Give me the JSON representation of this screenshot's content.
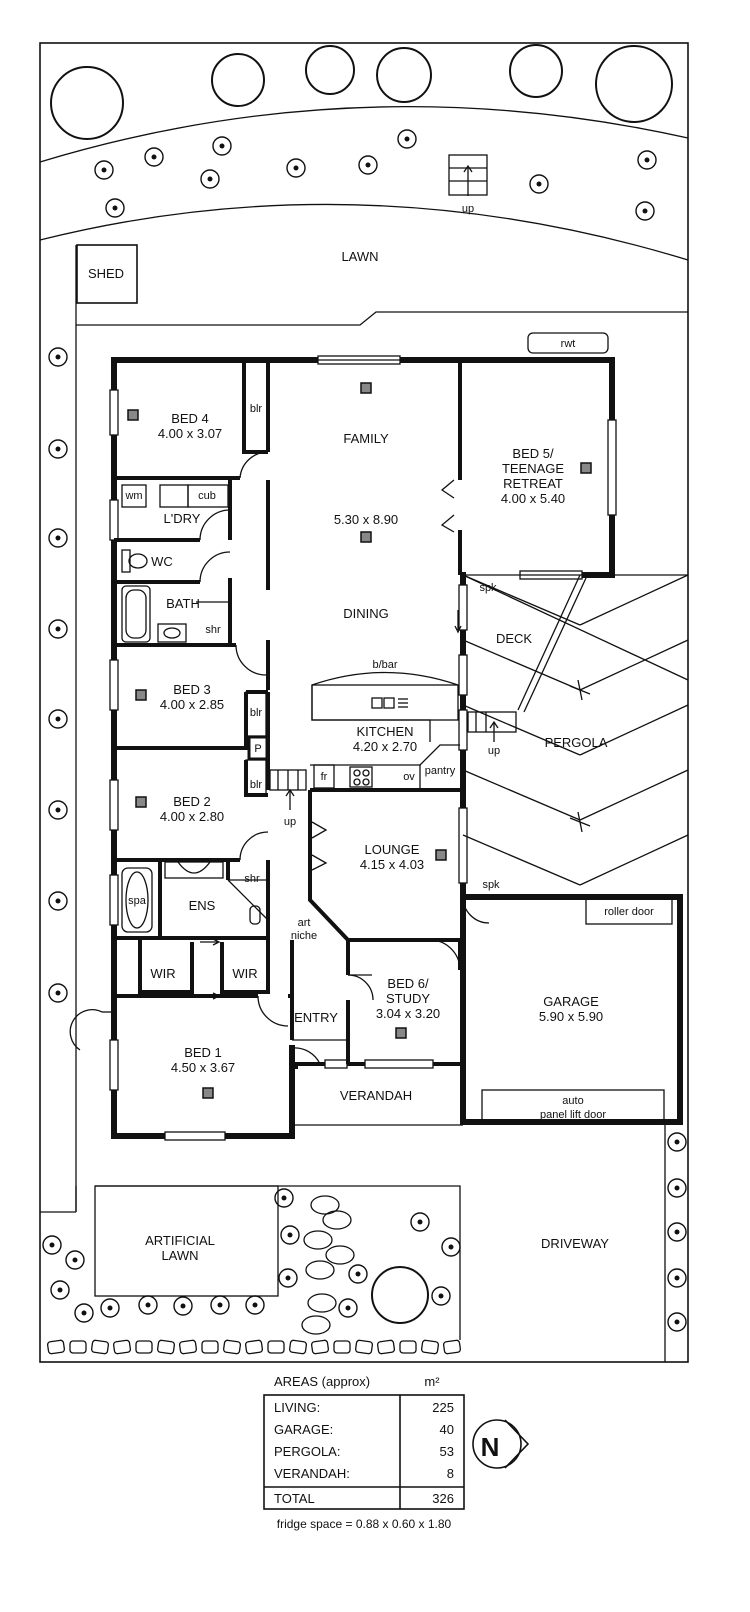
{
  "rooms": {
    "shed": "SHED",
    "lawn": "LAWN",
    "rwt": "rwt",
    "up_top": "up",
    "bed4_name": "BED 4",
    "bed4_size": "4.00 x 3.07",
    "blr_bed4": "blr",
    "wm": "wm",
    "cub": "cub",
    "ldry": "L'DRY",
    "wc": "WC",
    "bath": "BATH",
    "shr_bath": "shr",
    "family": "FAMILY",
    "family_size": "5.30 x 8.90",
    "dining": "DINING",
    "bed5_l1": "BED 5/",
    "bed5_l2": "TEENAGE",
    "bed5_l3": "RETREAT",
    "bed5_size": "4.00 x 5.40",
    "spk_top": "spk",
    "deck": "DECK",
    "pergola": "PERGOLA",
    "up_deck": "up",
    "bbar": "b/bar",
    "kitchen": "KITCHEN",
    "kitchen_size": "4.20 x 2.70",
    "fr": "fr",
    "ov": "ov",
    "pantry": "pantry",
    "bed3_name": "BED 3",
    "bed3_size": "4.00 x 2.85",
    "blr_bed3": "blr",
    "p": "P",
    "bed2_name": "BED 2",
    "bed2_size": "4.00 x 2.80",
    "blr_bed2": "blr",
    "up_hall": "up",
    "lounge": "LOUNGE",
    "lounge_size": "4.15 x 4.03",
    "spk_bottom": "spk",
    "spa": "spa",
    "ens": "ENS",
    "shr_ens": "shr",
    "art_niche_1": "art",
    "art_niche_2": "niche",
    "roller_door": "roller door",
    "wir_left": "WIR",
    "wir_right": "WIR",
    "bed6_l1": "BED 6/",
    "bed6_l2": "STUDY",
    "bed6_size": "3.04 x 3.20",
    "garage": "GARAGE",
    "garage_size": "5.90 x 5.90",
    "entry": "ENTRY",
    "bed1_name": "BED 1",
    "bed1_size": "4.50 x 3.67",
    "verandah": "VERANDAH",
    "auto_door_1": "auto",
    "auto_door_2": "panel lift door",
    "artificial_lawn_1": "ARTIFICIAL",
    "artificial_lawn_2": "LAWN",
    "driveway": "DRIVEWAY"
  },
  "areas": {
    "header": "AREAS (approx)",
    "unit": "m²",
    "rows": [
      {
        "label": "LIVING:",
        "value": "225"
      },
      {
        "label": "GARAGE:",
        "value": "40"
      },
      {
        "label": "PERGOLA:",
        "value": "53"
      },
      {
        "label": "VERANDAH:",
        "value": "8"
      }
    ],
    "total_label": "TOTAL",
    "total_value": "326"
  },
  "compass": "N",
  "fridge_note": "fridge space = 0.88 x 0.60 x 1.80"
}
